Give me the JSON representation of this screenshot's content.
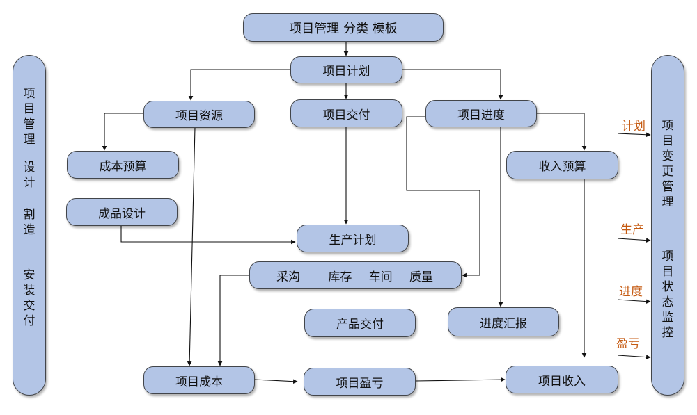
{
  "nodes": {
    "top": "项目管理 分类 模板",
    "plan": "项目计划",
    "resource": "项目资源",
    "delivery": "项目交付",
    "progress": "项目进度",
    "cost_budget": "成本预算",
    "product_design": "成品设计",
    "income_budget": "收入预算",
    "production_plan": "生产计划",
    "ops": [
      "采沟",
      "库存",
      "车间",
      "质量"
    ],
    "product_delivery": "产品交付",
    "progress_report": "进度汇报",
    "project_cost": "项目成本",
    "project_profit": "项目盈亏",
    "project_income": "项目收入"
  },
  "left_column": {
    "part1": "项目管理",
    "part2": "设计",
    "part3": "割造",
    "part4": "安装交付"
  },
  "right_column": {
    "part1": "项目变更管理",
    "part2": "项目状态监控"
  },
  "side_labels": [
    "计划",
    "生产",
    "进度",
    "盈亏"
  ],
  "colors": {
    "box_fill": "#b3c5e6",
    "box_border": "#42454a",
    "line": "#111111",
    "side_label": "#c55a11"
  }
}
